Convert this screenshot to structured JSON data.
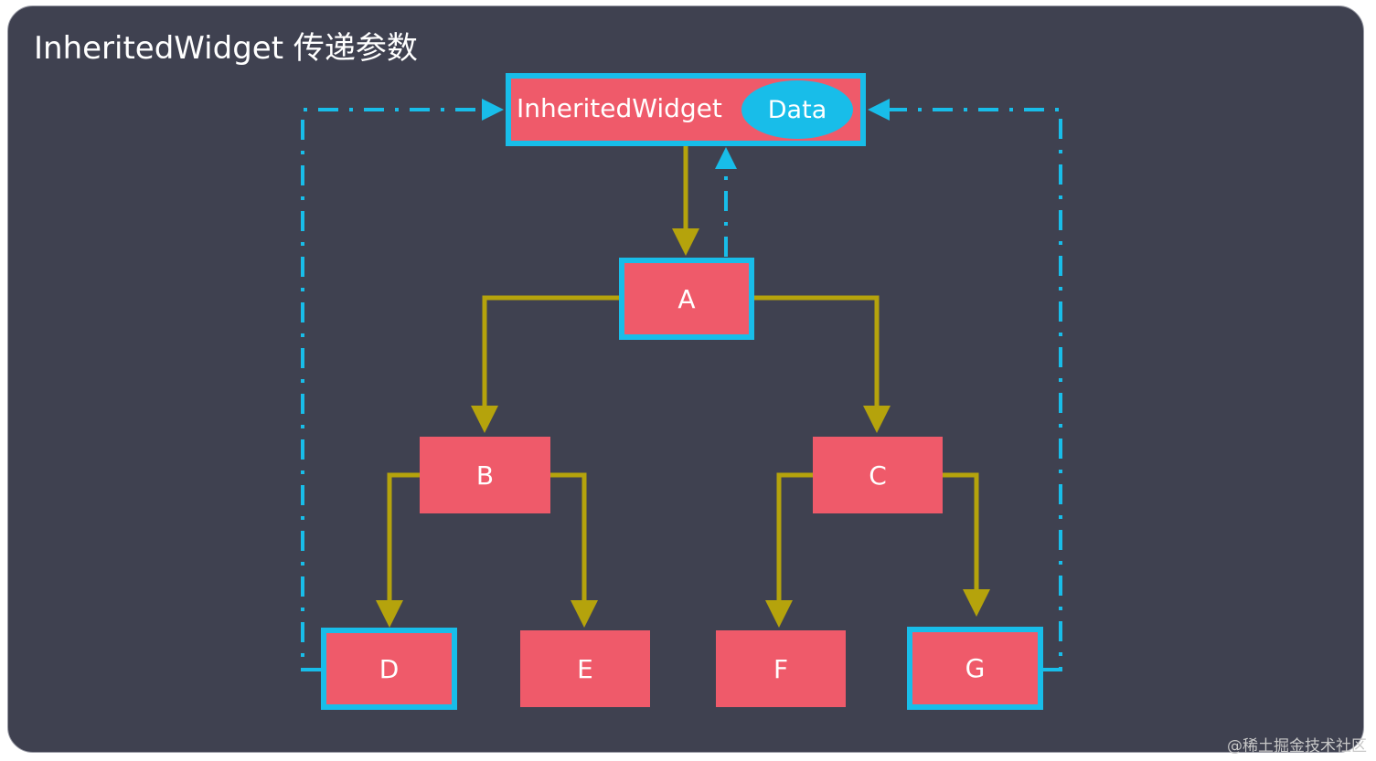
{
  "title": "InheritedWidget 传递参数",
  "root": {
    "label": "InheritedWidget",
    "data_label": "Data"
  },
  "nodes": {
    "a": "A",
    "b": "B",
    "c": "C",
    "d": "D",
    "e": "E",
    "f": "F",
    "g": "G"
  },
  "watermark": "@稀土掘金技术社区",
  "colors": {
    "background": "#3f4150",
    "node_fill": "#ef5a6a",
    "highlight_border": "#18bde9",
    "tree_arrow": "#b5a30c",
    "dependency_arrow": "#18bde9"
  }
}
